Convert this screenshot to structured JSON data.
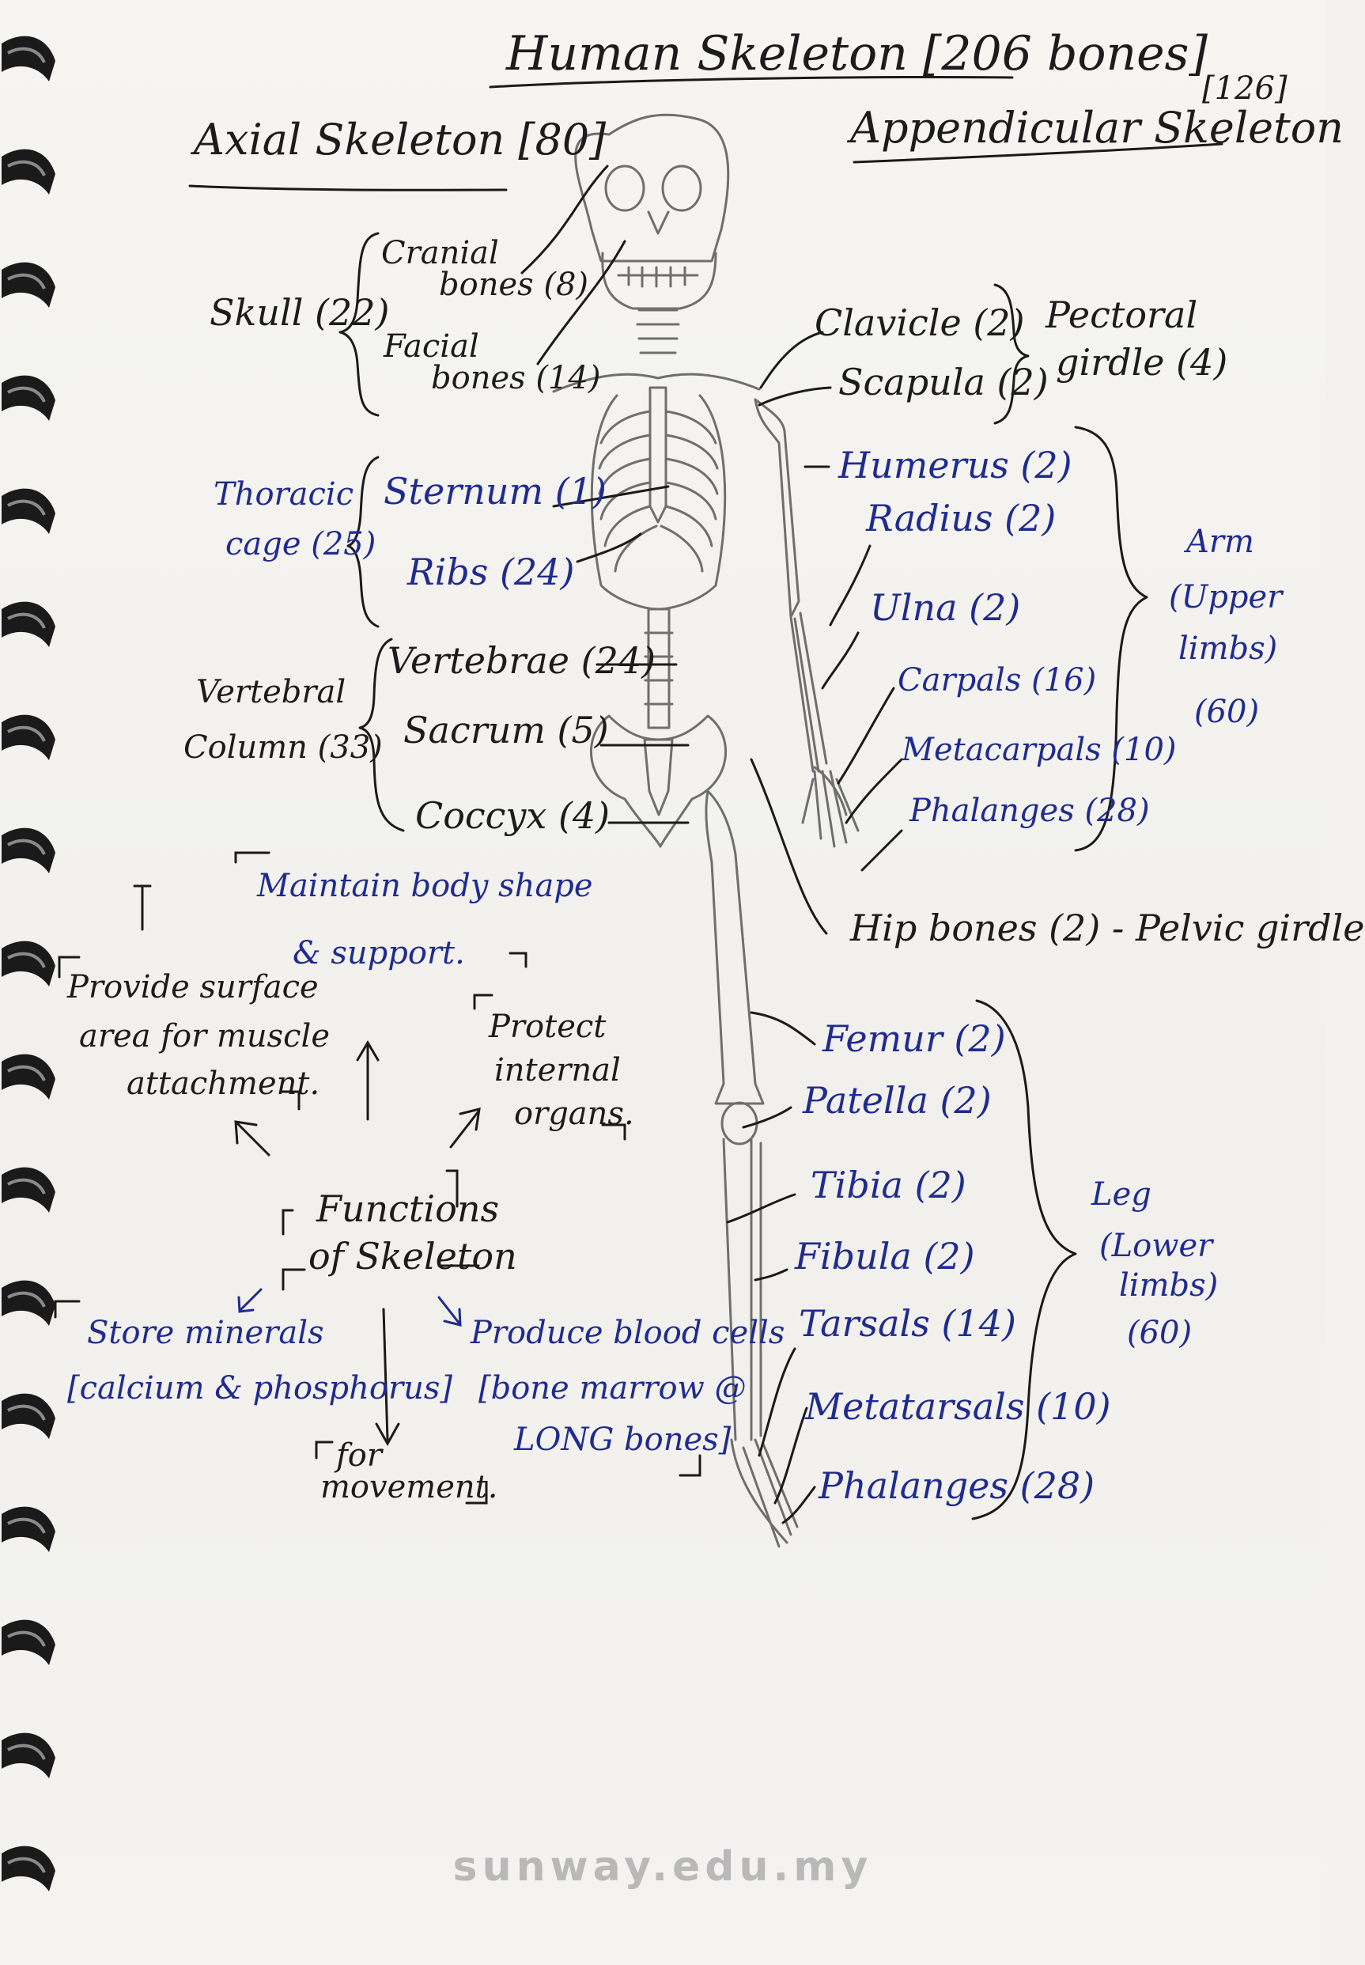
{
  "diagram": {
    "title": "Human Skeleton [206 bones]",
    "axial": {
      "heading": "Axial Skeleton [80]",
      "skull": {
        "label": "Skull (22)",
        "cranial_1": "Cranial",
        "cranial_2": "bones (8)",
        "facial_1": "Facial",
        "facial_2": "bones (14)"
      },
      "thoracic": {
        "label_1": "Thoracic",
        "label_2": "cage (25)",
        "sternum": "Sternum (1)",
        "ribs": "Ribs (24)"
      },
      "vertebral": {
        "label_1": "Vertebral",
        "label_2": "Column (33)",
        "vertebrae": "Vertebrae (24)",
        "sacrum": "Sacrum (5)",
        "coccyx": "Coccyx (4)"
      }
    },
    "appendicular": {
      "heading": "Appendicular Skeleton",
      "heading_count": "[126]",
      "pectoral": {
        "clavicle": "Clavicle (2)",
        "scapula": "Scapula (2)",
        "label_1": "Pectoral",
        "label_2": "girdle (4)"
      },
      "arm": {
        "humerus": "Humerus (2)",
        "radius": "Radius (2)",
        "ulna": "Ulna (2)",
        "carpals": "Carpals (16)",
        "metacarpals": "Metacarpals (10)",
        "phalanges": "Phalanges (28)",
        "label_1": "Arm",
        "label_2": "(Upper",
        "label_3": "limbs)",
        "label_4": "(60)"
      },
      "hip": "Hip bones (2) - Pelvic girdle",
      "leg": {
        "femur": "Femur (2)",
        "patella": "Patella (2)",
        "tibia": "Tibia (2)",
        "fibula": "Fibula (2)",
        "tarsals": "Tarsals (14)",
        "metatarsals": "Metatarsals (10)",
        "phalanges": "Phalanges (28)",
        "label_1": "Leg",
        "label_2": "(Lower",
        "label_3": "limbs)",
        "label_4": "(60)"
      }
    },
    "functions": {
      "center_1": "Functions",
      "center_2": "of Skeleton",
      "shape_1": "Maintain body shape",
      "shape_2": "& support.",
      "muscle_1": "Provide surface",
      "muscle_2": "area for muscle",
      "muscle_3": "attachment.",
      "protect_1": "Protect",
      "protect_2": "internal",
      "protect_3": "organs.",
      "minerals_1": "Store minerals",
      "minerals_2": "[calcium & phosphorus]",
      "movement_1": "for",
      "movement_2": "movement.",
      "blood_1": "Produce blood cells",
      "blood_2": "[bone marrow @",
      "blood_3": "LONG bones]"
    },
    "watermark": "sunway.edu.my"
  }
}
